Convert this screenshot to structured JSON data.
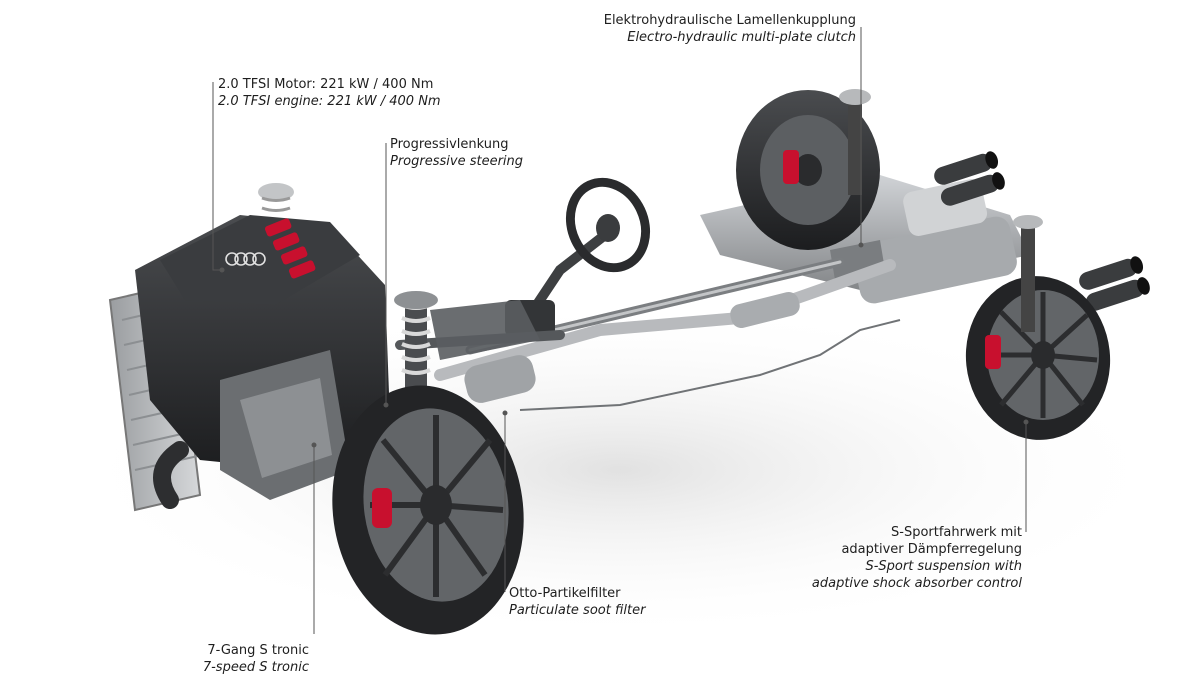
{
  "annotations": {
    "engine": {
      "de": "2.0 TFSI Motor: 221 kW / 400 Nm",
      "en": "2.0 TFSI engine: 221 kW / 400 Nm"
    },
    "steering": {
      "de": "Progressivlenkung",
      "en": "Progressive steering"
    },
    "clutch": {
      "de": "Elektrohydraulische Lamellenkupplung",
      "en": "Electro-hydraulic multi-plate clutch"
    },
    "gearbox": {
      "de": "7-Gang S tronic",
      "en": "7-speed S tronic"
    },
    "filter": {
      "de": "Otto-Partikelfilter",
      "en": "Particulate soot filter"
    },
    "suspension": {
      "de1": "S-Sportfahrwerk mit",
      "de2": "adaptiver Dämpferregelung",
      "en1": "S-Sport suspension with",
      "en2": "adaptive shock absorber control"
    }
  },
  "colors": {
    "caliper": "#c8102e",
    "metal": "#8a8d91",
    "tire": "#2b2b2b",
    "rim": "#5a5d61",
    "leader": "#555555"
  }
}
